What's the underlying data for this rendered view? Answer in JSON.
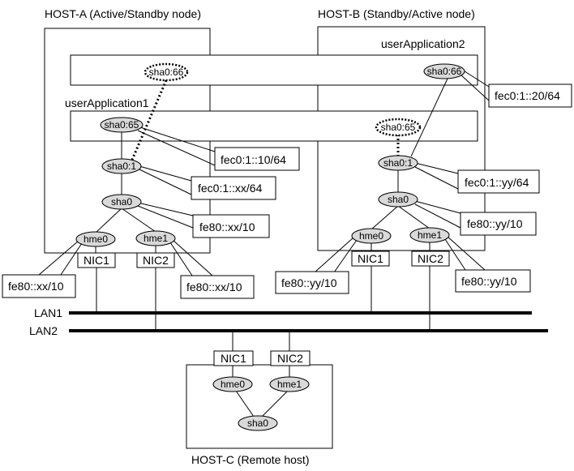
{
  "hosts": {
    "a": {
      "title": "HOST-A (Active/Standby node)"
    },
    "b": {
      "title": "HOST-B (Standby/Active node)"
    },
    "c": {
      "title": "HOST-C (Remote host)"
    }
  },
  "apps": {
    "app1": "userApplication1",
    "app2": "userApplication2"
  },
  "interfaces": {
    "sha0_66": "sha0:66",
    "sha0_65": "sha0:65",
    "sha0_1": "sha0:1",
    "sha0": "sha0",
    "hme0": "hme0",
    "hme1": "hme1"
  },
  "nics": {
    "nic1": "NIC1",
    "nic2": "NIC2"
  },
  "addresses": {
    "a_sha0_65": "fec0:1::10/64",
    "a_sha0_1": "fec0:1::xx/64",
    "a_sha0": "fe80::xx/10",
    "a_hme0": "fe80::xx/10",
    "a_hme1": "fe80::xx/10",
    "b_sha0_66": "fec0:1::20/64",
    "b_sha0_1": "fec0:1::yy/64",
    "b_sha0": "fe80::yy/10",
    "b_hme0": "fe80::yy/10",
    "b_hme1": "fe80::yy/10"
  },
  "lans": {
    "lan1": "LAN1",
    "lan2": "LAN2"
  }
}
